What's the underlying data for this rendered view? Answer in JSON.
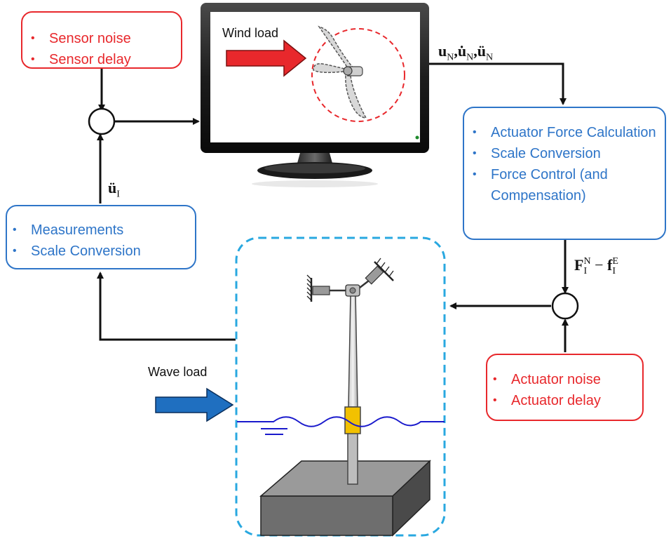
{
  "sensor_box": {
    "items": [
      "Sensor noise",
      "Sensor delay"
    ]
  },
  "measurement_box": {
    "items": [
      "Measurements",
      "Scale Conversion"
    ]
  },
  "actuator_calc_box": {
    "items": [
      "Actuator Force Calculation",
      "Scale Conversion",
      "Force Control (and Compensation)"
    ]
  },
  "actuator_noise_box": {
    "items": [
      "Actuator noise",
      "Actuator delay"
    ]
  },
  "wind_label": "Wind load",
  "wave_label": "Wave load",
  "signal_u_n": {
    "u": "u",
    "u_sub": "N",
    "ud": "u̇",
    "ud_sub": "N",
    "udd": "ü",
    "udd_sub": "N"
  },
  "signal_u_i": {
    "base": "ü",
    "sub": "I"
  },
  "signal_force": {
    "F": "F",
    "F_sub": "I",
    "F_sup": "N",
    "minus": "−",
    "f": "f",
    "f_sub": "I",
    "f_sup": "E"
  },
  "colors": {
    "red": "#e8282c",
    "blue": "#2e75c8",
    "dashed_blue": "#29a8e0",
    "wave_arrow": "#1f6fc0",
    "yellow": "#f2c100"
  }
}
